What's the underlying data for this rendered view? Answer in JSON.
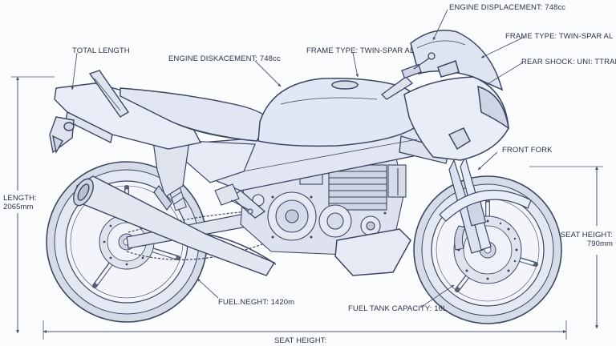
{
  "labels": {
    "engine_displacement_top": "ENGINE DISPLACEMENT: 748cc",
    "total_length": "TOTAL LENGTH",
    "engine_displacement_mid": "ENGINE DISKACEMENT: 748cc",
    "frame_type_1": "FRAME TYPE: TWIN-SPAR AL",
    "frame_type_2": "FRAME TYPE: TWIN-SPAR AL",
    "rear_shock": "REAR SHOCK: UNI: TTRAD",
    "front_fork": "FRONT FORK",
    "length_label": "LENGTH:",
    "length_value": "2065mm",
    "seat_height_right_label": "SEAT HEIGHT:",
    "seat_height_right_value": "790mm",
    "fuel_weight": "FUEL.NEGHT: 1420m",
    "fuel_tank": "FUEL TANK CAPACITY: 16L",
    "seat_height_bottom": "SEAT HEIGHT:"
  },
  "colors": {
    "outline": "#3c4660",
    "body_fill": "#e9edf8",
    "tank_fill": "#e2e7f5",
    "tire_fill": "#d6dbe8",
    "engine_fill": "#cfd5e4",
    "leader": "#4a5570",
    "text": "#2a3346",
    "background": "#fbfcfe"
  }
}
